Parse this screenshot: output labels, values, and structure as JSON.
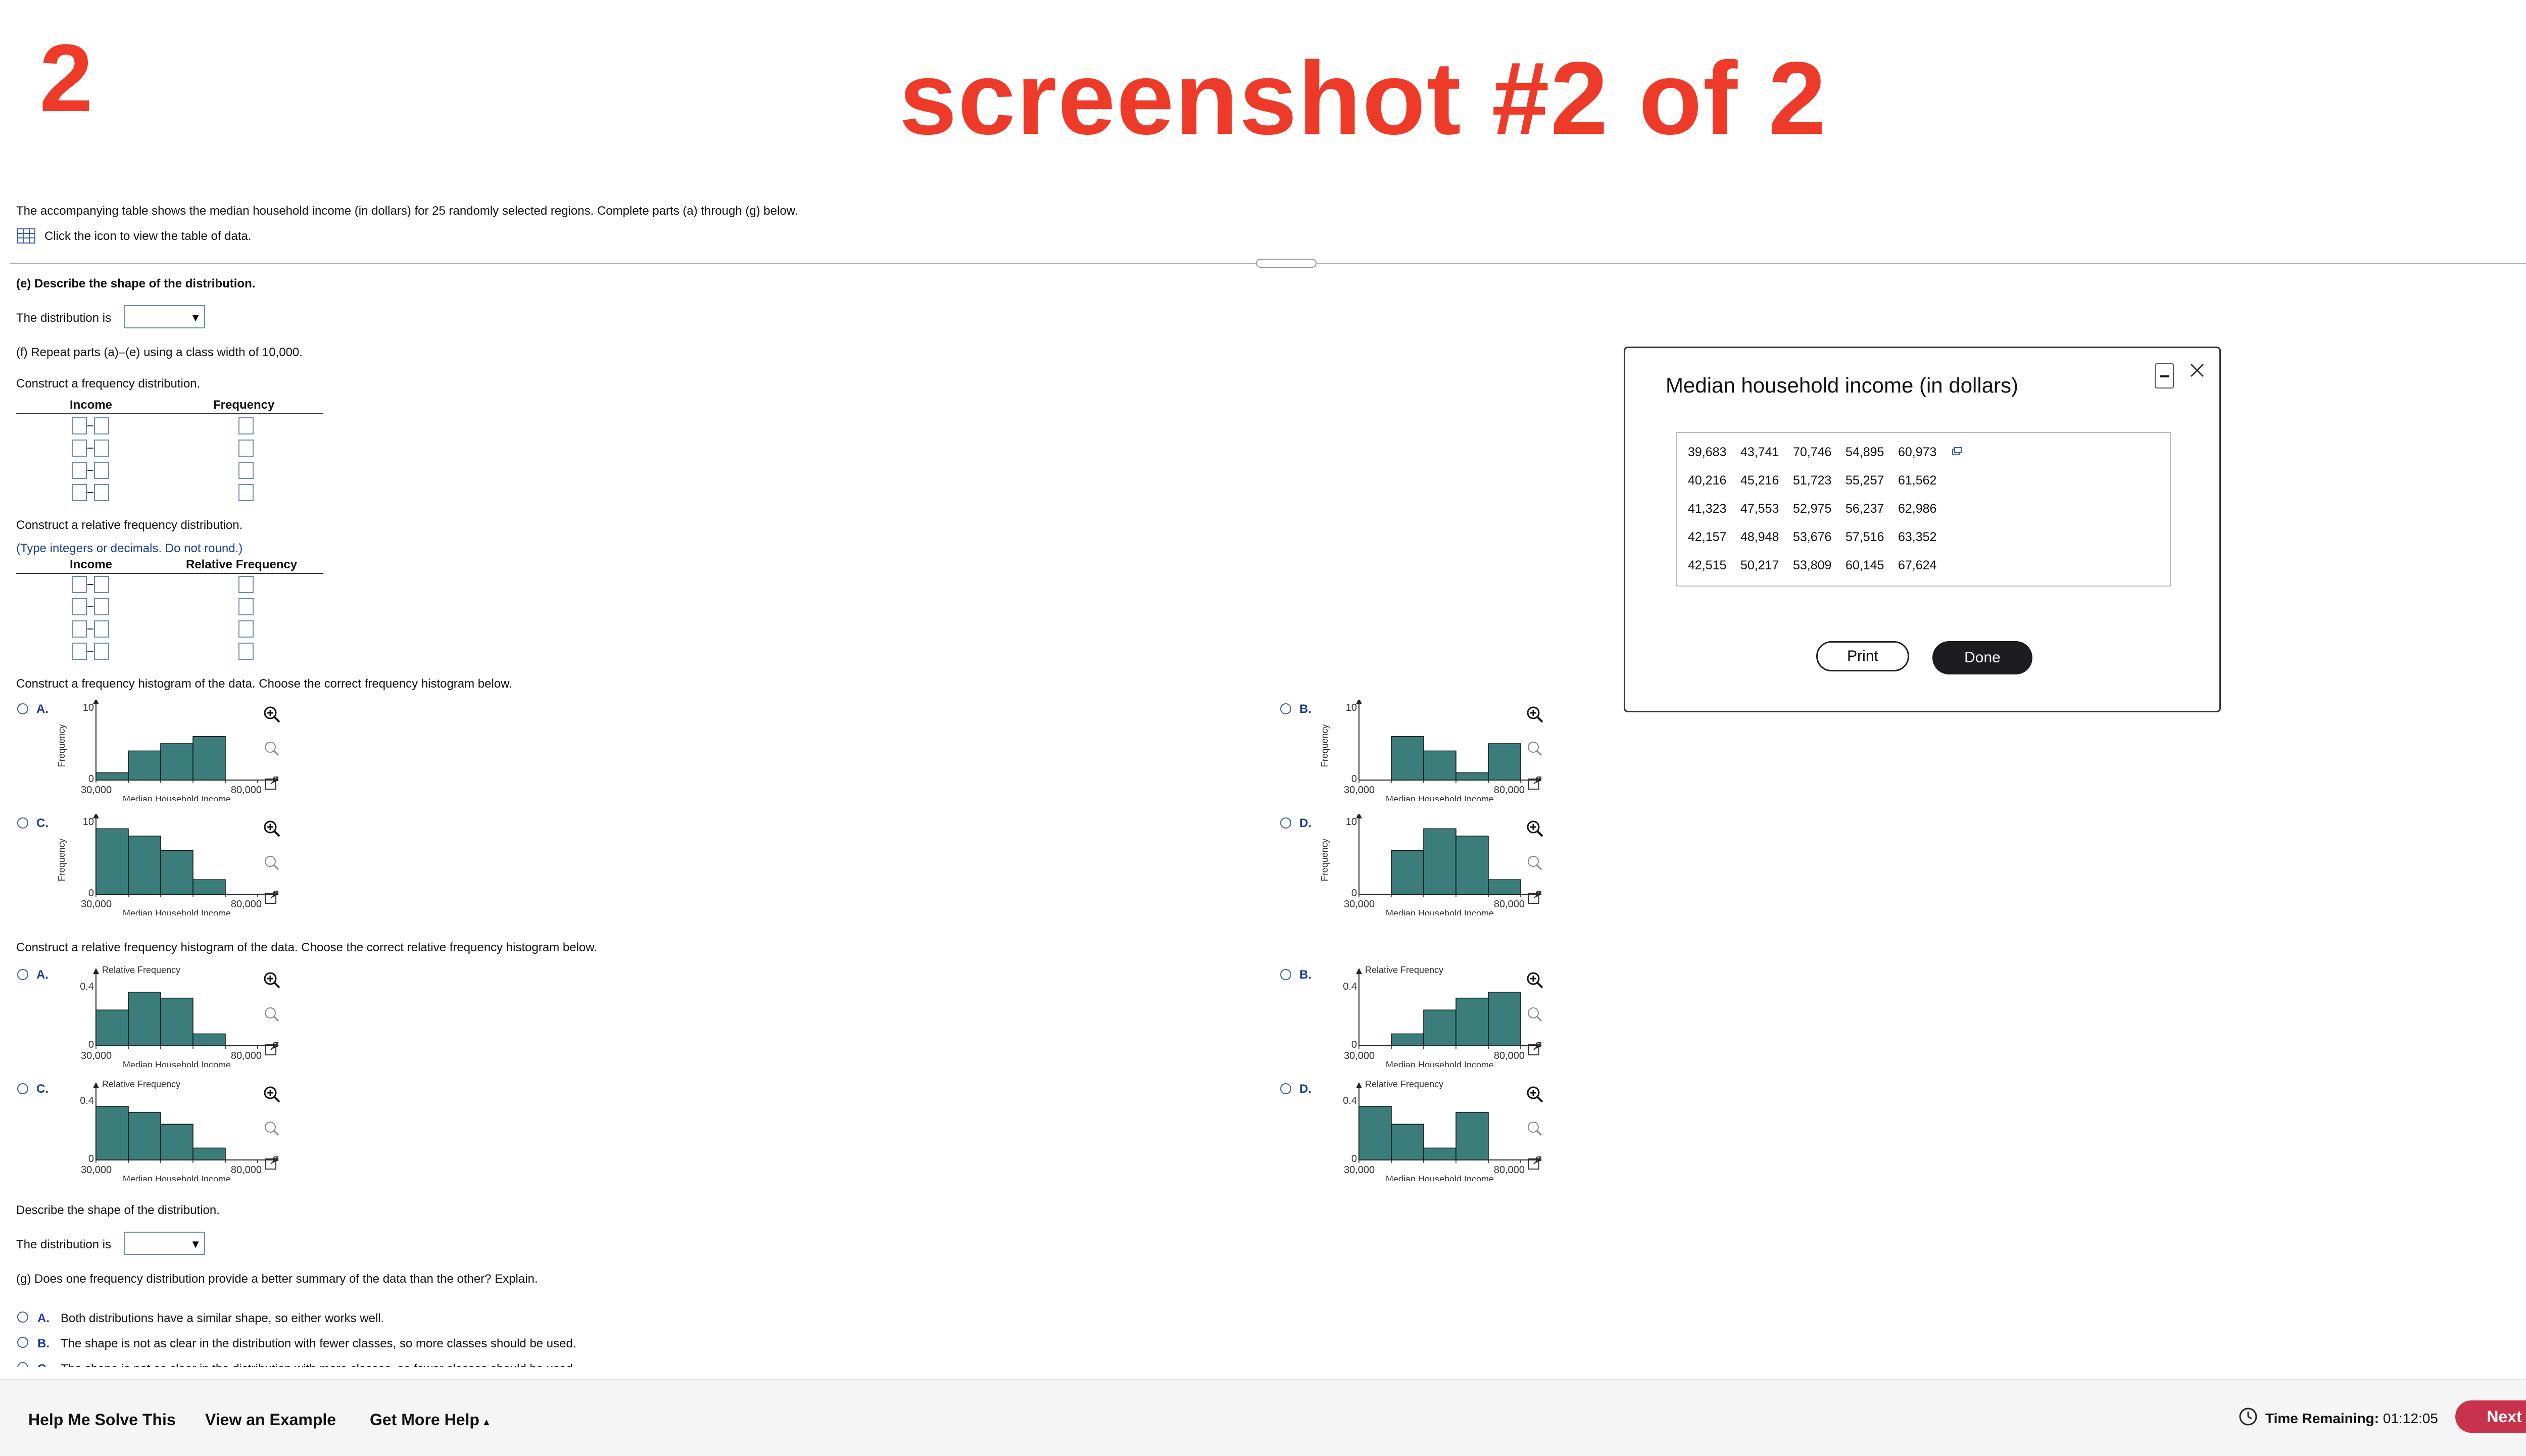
{
  "banner": {
    "number": "2",
    "title": "screenshot #2 of 2"
  },
  "intro": {
    "text": "The accompanying table shows the median household income (in dollars) for 25 randomly selected regions. Complete parts (a) through (g) below.",
    "data_link": "Click the icon to view the table of data."
  },
  "part_e": {
    "question": "(e) Describe the shape of the distribution.",
    "label": "The distribution is"
  },
  "part_f": {
    "question": "(f) Repeat parts (a)–(e) using a class width of 10,000.",
    "freq_prompt": "Construct a frequency distribution.",
    "col_income": "Income",
    "col_frequency": "Frequency",
    "rel_prompt": "Construct a relative frequency distribution.",
    "rel_hint": "(Type integers or decimals. Do not round.)",
    "col_rel": "Relative Frequency",
    "hist_prompt": "Construct a frequency histogram of the data. Choose the correct frequency histogram below.",
    "relhist_prompt": "Construct a relative frequency histogram of the data. Choose the correct relative frequency histogram below.",
    "shape_prompt": "Describe the shape of the distribution.",
    "shape_label": "The distribution is"
  },
  "chart_text": {
    "x_min": "30,000",
    "x_max": "80,000",
    "x_label": "Median Household Income",
    "y_freq": "Frequency",
    "y_freq_top": "10",
    "y_zero": "0",
    "y_rel": "Relative Frequency",
    "y_rel_top": "0.4"
  },
  "chart_data": [
    {
      "id": "freq-A",
      "type": "bar",
      "option": "A.",
      "x": [
        30000,
        40000,
        50000,
        60000,
        70000
      ],
      "values": [
        1,
        4,
        5,
        6,
        0
      ],
      "ylim": [
        0,
        10
      ],
      "xlabel": "Median Household Income",
      "ylabel": "Frequency"
    },
    {
      "id": "freq-B",
      "type": "bar",
      "option": "B.",
      "x": [
        30000,
        40000,
        50000,
        60000,
        70000
      ],
      "values": [
        0,
        6,
        4,
        1,
        5
      ],
      "ylim": [
        0,
        10
      ],
      "xlabel": "Median Household Income",
      "ylabel": "Frequency"
    },
    {
      "id": "freq-C",
      "type": "bar",
      "option": "C.",
      "x": [
        30000,
        40000,
        50000,
        60000,
        70000
      ],
      "values": [
        9,
        8,
        6,
        2,
        0
      ],
      "ylim": [
        0,
        10
      ],
      "xlabel": "Median Household Income",
      "ylabel": "Frequency"
    },
    {
      "id": "freq-D",
      "type": "bar",
      "option": "D.",
      "x": [
        30000,
        40000,
        50000,
        60000,
        70000
      ],
      "values": [
        0,
        6,
        9,
        8,
        2
      ],
      "ylim": [
        0,
        10
      ],
      "xlabel": "Median Household Income",
      "ylabel": "Frequency"
    },
    {
      "id": "rel-A",
      "type": "bar",
      "option": "A.",
      "x": [
        30000,
        40000,
        50000,
        60000,
        70000
      ],
      "values": [
        0.24,
        0.36,
        0.32,
        0.08,
        0
      ],
      "ylim": [
        0,
        0.4
      ],
      "xlabel": "Median Household Income",
      "ylabel": "Relative Frequency"
    },
    {
      "id": "rel-B",
      "type": "bar",
      "option": "B.",
      "x": [
        30000,
        40000,
        50000,
        60000,
        70000
      ],
      "values": [
        0,
        0.08,
        0.24,
        0.32,
        0.36
      ],
      "ylim": [
        0,
        0.4
      ],
      "xlabel": "Median Household Income",
      "ylabel": "Relative Frequency"
    },
    {
      "id": "rel-C",
      "type": "bar",
      "option": "C.",
      "x": [
        30000,
        40000,
        50000,
        60000,
        70000
      ],
      "values": [
        0.36,
        0.32,
        0.24,
        0.08,
        0
      ],
      "ylim": [
        0,
        0.4
      ],
      "xlabel": "Median Household Income",
      "ylabel": "Relative Frequency"
    },
    {
      "id": "rel-D",
      "type": "bar",
      "option": "D.",
      "x": [
        30000,
        40000,
        50000,
        60000,
        70000
      ],
      "values": [
        0.36,
        0.24,
        0.08,
        0.32,
        0
      ],
      "ylim": [
        0,
        0.4
      ],
      "xlabel": "Median Household Income",
      "ylabel": "Relative Frequency"
    }
  ],
  "part_g": {
    "question": "(g) Does one frequency distribution provide a better summary of the data than the other? Explain.",
    "options": [
      {
        "label": "A.",
        "text": "Both distributions have a similar shape, so either works well."
      },
      {
        "label": "B.",
        "text": "The shape is not as clear in the distribution with fewer classes, so more classes should be used."
      },
      {
        "label": "C.",
        "text": "The shape is not as clear in the distribution with more classes, so fewer classes should be used."
      }
    ]
  },
  "dialog": {
    "title": "Median household income (in dollars)",
    "rows": [
      [
        "39,683",
        "43,741",
        "70,746",
        "54,895",
        "60,973"
      ],
      [
        "40,216",
        "45,216",
        "51,723",
        "55,257",
        "61,562"
      ],
      [
        "41,323",
        "47,553",
        "52,975",
        "56,237",
        "62,986"
      ],
      [
        "42,157",
        "48,948",
        "53,676",
        "57,516",
        "63,352"
      ],
      [
        "42,515",
        "50,217",
        "53,809",
        "60,145",
        "67,624"
      ]
    ],
    "print": "Print",
    "done": "Done"
  },
  "footer": {
    "help": "Help Me Solve This",
    "example": "View an Example",
    "more": "Get More Help",
    "more_arrow": "▴",
    "time_label": "Time Remaining:",
    "time_value": "01:12:05",
    "next": "Next"
  },
  "colors": {
    "banner": "#ee3a28",
    "bar": "#3a7d7b",
    "link": "#1d3c9a",
    "next": "#c8324a"
  }
}
